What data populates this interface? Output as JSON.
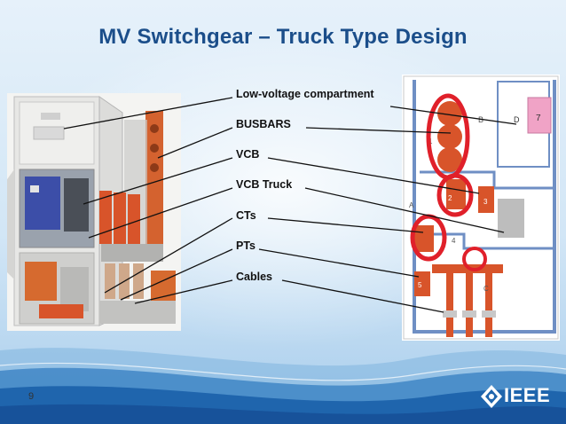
{
  "slide": {
    "title": "MV Switchgear – Truck Type Design",
    "labels": [
      "Low-voltage compartment",
      "BUSBARS",
      "VCB",
      "VCB Truck",
      "CTs",
      "PTs",
      "Cables"
    ],
    "schematic_tags": [
      "D",
      "7",
      "B",
      "1",
      "2",
      "3",
      "4",
      "5",
      "A",
      "C"
    ],
    "page_number": "9",
    "logo_text": "IEEE"
  },
  "colors": {
    "title": "#1b4e8a",
    "highlight_circle": "#e0202a",
    "component_orange": "#d8542a",
    "schematic_blue": "#6f8fc4",
    "pink_box": "#f0a3c6"
  }
}
